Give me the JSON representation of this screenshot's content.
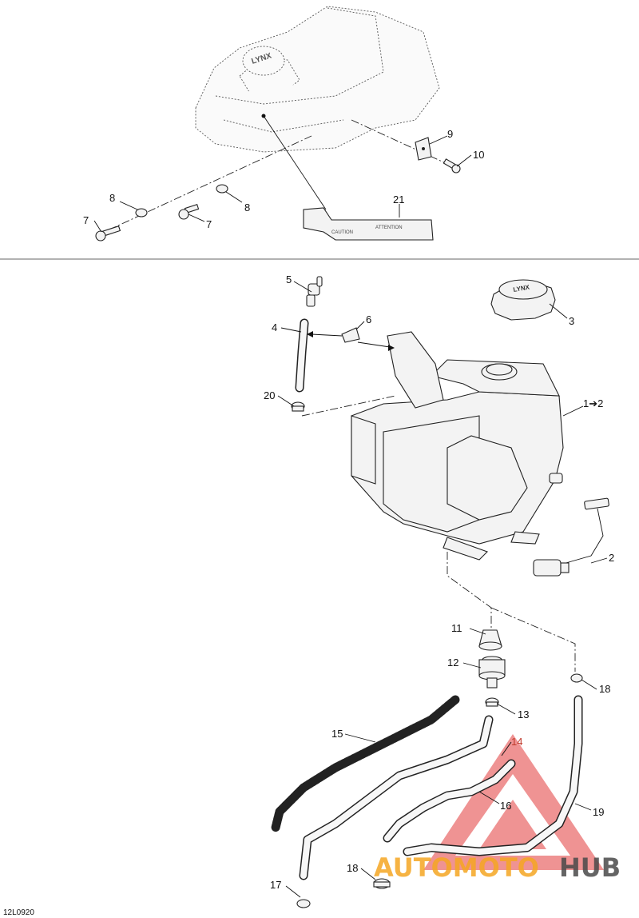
{
  "figure": {
    "code": "12L0920",
    "callouts": [
      {
        "id": "c9",
        "label": "9"
      },
      {
        "id": "c10",
        "label": "10"
      },
      {
        "id": "c21",
        "label": "21"
      },
      {
        "id": "c8a",
        "label": "8"
      },
      {
        "id": "c8b",
        "label": "8"
      },
      {
        "id": "c7a",
        "label": "7"
      },
      {
        "id": "c7b",
        "label": "7"
      },
      {
        "id": "c5",
        "label": "5"
      },
      {
        "id": "c6",
        "label": "6"
      },
      {
        "id": "c4",
        "label": "4"
      },
      {
        "id": "c3",
        "label": "3"
      },
      {
        "id": "c20",
        "label": "20"
      },
      {
        "id": "c1",
        "label": "1➔2"
      },
      {
        "id": "c2",
        "label": "2"
      },
      {
        "id": "c11",
        "label": "11"
      },
      {
        "id": "c12",
        "label": "12"
      },
      {
        "id": "c18a",
        "label": "18"
      },
      {
        "id": "c13",
        "label": "13"
      },
      {
        "id": "c14",
        "label": "14"
      },
      {
        "id": "c15",
        "label": "15"
      },
      {
        "id": "c16",
        "label": "16"
      },
      {
        "id": "c19",
        "label": "19"
      },
      {
        "id": "c18b",
        "label": "18"
      },
      {
        "id": "c17",
        "label": "17"
      }
    ],
    "labels": {
      "cap_logo": "LYNX",
      "strap_text_1": "CAUTION",
      "strap_text_2": "ATTENTION"
    }
  },
  "watermark": {
    "part1": "AUTOMOTO",
    "part2": "HUB",
    "color1": "#f5a623",
    "color2": "#4a4a4a",
    "triangle_color": "#e23b3b"
  }
}
